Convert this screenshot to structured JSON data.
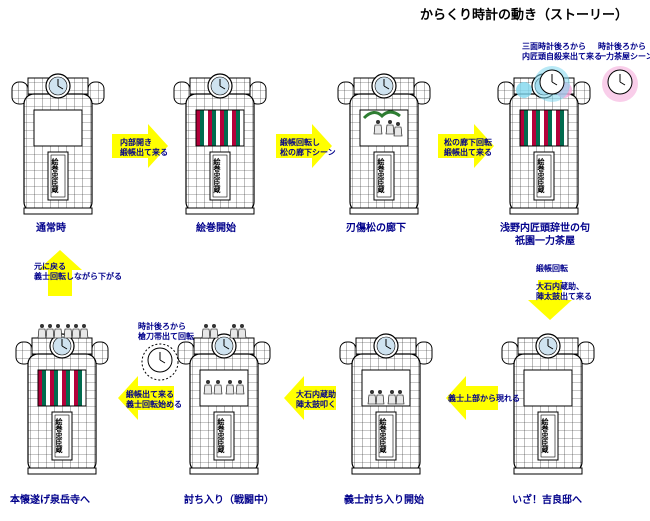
{
  "title": "からくり時計の動き（ストーリー）",
  "tower_label": "絵巻忠臣蔵",
  "stages": [
    {
      "caption": "通常時"
    },
    {
      "caption": "絵巻開始"
    },
    {
      "caption": "刃傷松の廊下"
    },
    {
      "caption_lines": [
        "浅野内匠頭辞世の句",
        "祇園一力茶屋"
      ]
    },
    {
      "caption": "いざ！吉良邸へ"
    },
    {
      "caption": "義士討ち入り開始"
    },
    {
      "caption": "討ち入り（戦闘中）"
    },
    {
      "caption": "本懐遂げ泉岳寺へ"
    }
  ],
  "arrow_notes": {
    "a1": [
      "内部開き",
      "緞帳出て来る"
    ],
    "a2": [
      "緞帳回転し",
      "松の廊下シーン"
    ],
    "a3": [
      "松の廊下回転",
      "緞帳出て来る"
    ],
    "a4_top": [
      "緞帳回転"
    ],
    "a4_bottom": [
      "大石内蔵助、",
      "陣太鼓出て来る"
    ],
    "a5": [
      "義士上部から現れる"
    ],
    "a6": [
      "大石内蔵助",
      "陣太鼓叩く"
    ],
    "a7": [
      "緞帳出て来る",
      "義士回転始める"
    ],
    "a8": [
      "元に戻る",
      "義士回転しながら下がる"
    ]
  },
  "inset_notes": {
    "left": [
      "三面時計後ろから",
      "内匠頭自殺来出て来る"
    ],
    "right": [
      "時計後ろから",
      "一力茶屋シーン"
    ],
    "bottom": [
      "時計後ろから",
      "槍刀帯出て回転"
    ]
  },
  "colors": {
    "arrow": "#ffff00",
    "caption": "#00008b",
    "curtain_red": "#b3003a",
    "curtain_green": "#006b4e"
  }
}
